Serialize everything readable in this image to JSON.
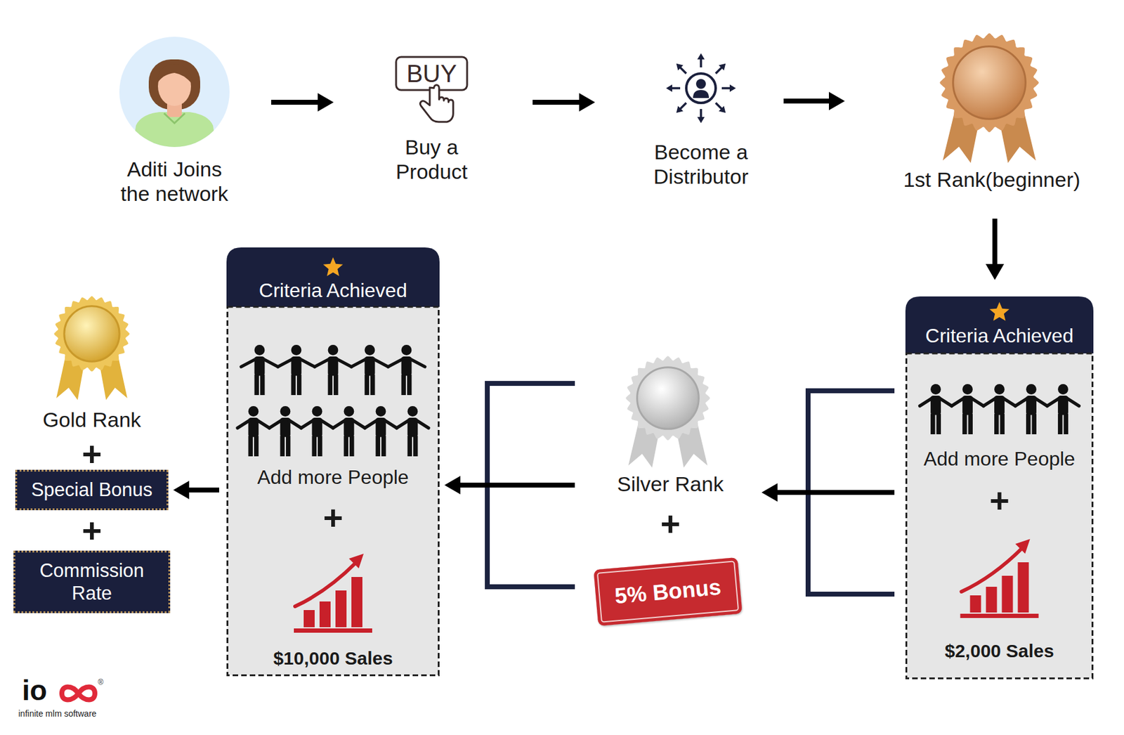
{
  "diagram": {
    "nodes": [
      {
        "text": [
          "Aditi Joins the network"
        ]
      },
      {
        "text": [
          "BUY",
          "Buy a Product"
        ]
      },
      {
        "text": [
          "Become a Distributor"
        ]
      },
      {
        "text": [
          "1st Rank(beginner)"
        ]
      },
      {
        "text": [
          "Criteria Achieved",
          "Add more People",
          "+",
          "$2,000 Sales"
        ]
      },
      {
        "text": [
          "Silver Rank",
          "+"
        ]
      },
      {
        "text": [
          "5% Bonus"
        ],
        "in": 5
      },
      {
        "text": [
          "Criteria Achieved",
          "Add more People",
          "+",
          "$10,000 Sales"
        ]
      },
      {
        "text": [
          "Gold Rank",
          "+",
          "+"
        ]
      },
      {
        "text": [
          "Special Bonus"
        ],
        "in": 8
      },
      {
        "text": [
          "Commission Rate"
        ],
        "in": 8
      }
    ],
    "edges": [
      {
        "from": 0,
        "to": 1,
        "arrow": "to"
      },
      {
        "from": 1,
        "to": 2,
        "arrow": "to"
      },
      {
        "from": 2,
        "to": 3,
        "arrow": "to"
      },
      {
        "from": 3,
        "to": 4,
        "arrow": "to"
      },
      {
        "from": 4,
        "to": 5,
        "arrow": "to"
      },
      {
        "from": 5,
        "to": 7,
        "arrow": "to"
      },
      {
        "from": 7,
        "to": 9,
        "arrow": "to"
      }
    ],
    "labels": [
      "io",
      "®",
      "infinite mlm software"
    ]
  }
}
